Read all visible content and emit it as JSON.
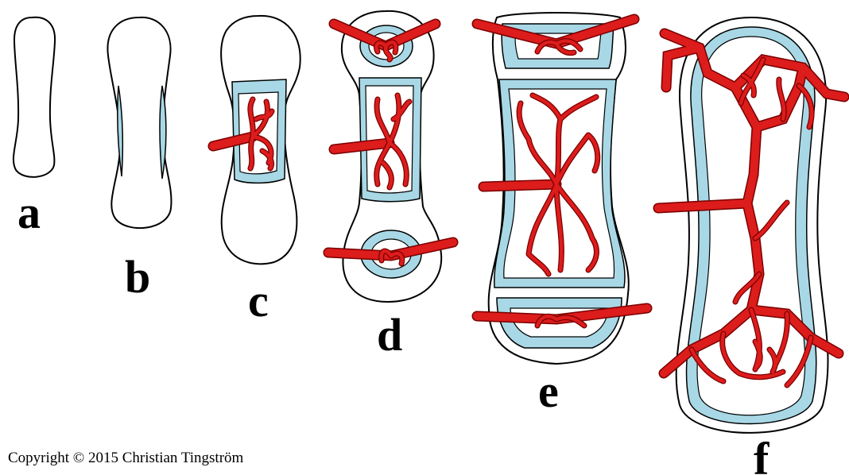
{
  "panels": [
    {
      "letter": "a"
    },
    {
      "letter": "b"
    },
    {
      "letter": "c"
    },
    {
      "letter": "d"
    },
    {
      "letter": "e"
    },
    {
      "letter": "f"
    }
  ],
  "copyright": "Copyright © 2015 Christian Tingström",
  "colors": {
    "outline": "#000000",
    "cartilage_fill": "#ffffff",
    "bone_collar": "#a8d8e6",
    "blood_vessel": "#dd1c1c",
    "vessel_outline": "#7a0000",
    "background": "#ffffff"
  }
}
